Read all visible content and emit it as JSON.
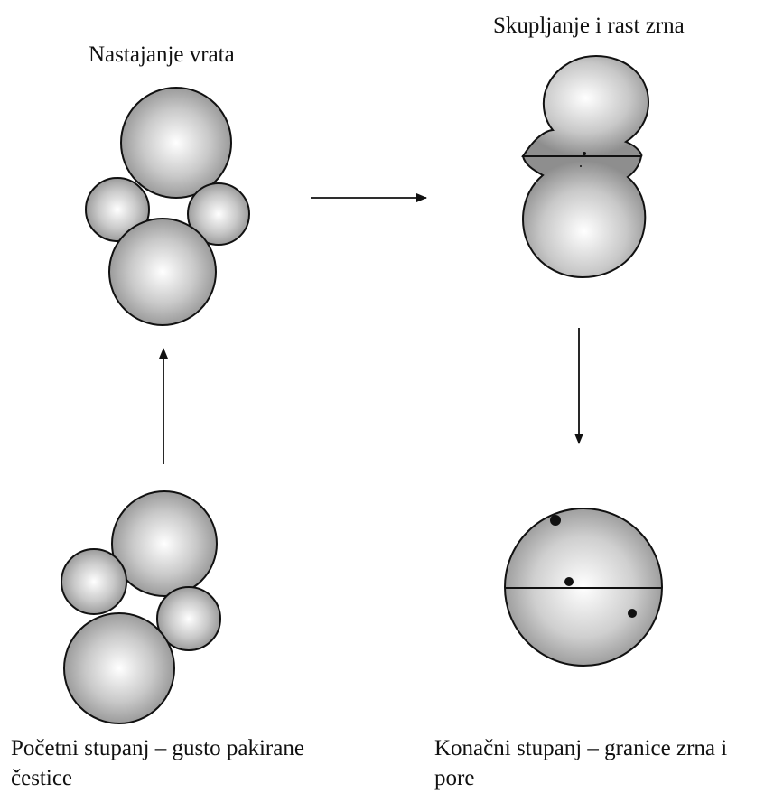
{
  "labels": {
    "neck_formation": "Nastajanje vrata",
    "shrinkage_grain_growth": "Skupljanje i rast zrna",
    "initial_stage": "Početni stupanj – gusto pakirane čestice",
    "final_stage": "Konačni stupanj – granice zrna i pore"
  },
  "colors": {
    "particle_center": "#ffffff",
    "particle_edge": "#8f8f8f",
    "outline": "#111111",
    "arrow": "#111111"
  }
}
